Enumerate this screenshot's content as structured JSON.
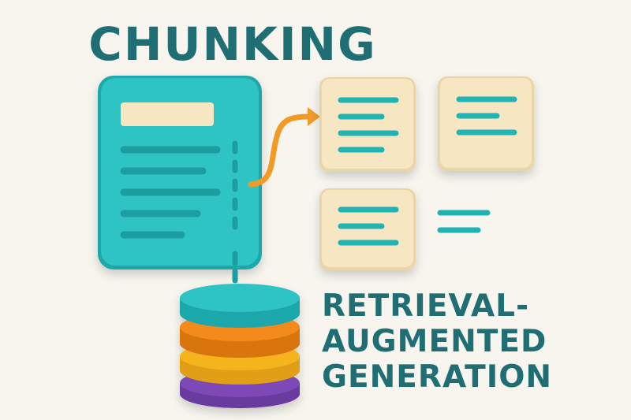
{
  "title": "CHUNKING",
  "subtitle_lines": [
    "RETRIEVAL-",
    "AUGMENTED",
    "GENERATION"
  ],
  "colors": {
    "title": "#1f6e74",
    "document": "#2ec4c4",
    "document_lines": "#1a9ea1",
    "chunk_card": "#f6e6c1",
    "chunk_lines": "#21b3b3",
    "arrow": "#f39a26",
    "db_layers": [
      "#2ec4c4",
      "#f38b1c",
      "#f6b41f",
      "#7b48b6"
    ]
  },
  "icons": [
    "document-icon",
    "arrow-icon",
    "chunk-icon",
    "database-icon"
  ]
}
